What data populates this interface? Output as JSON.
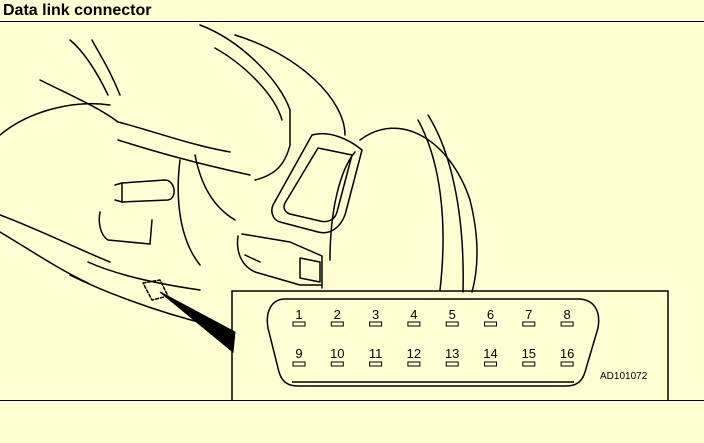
{
  "title": "Data link connector",
  "figure_code": "AD101072",
  "connector": {
    "top_row_pins": [
      "1",
      "2",
      "3",
      "4",
      "5",
      "6",
      "7",
      "8"
    ],
    "bottom_row_pins": [
      "9",
      "10",
      "11",
      "12",
      "13",
      "14",
      "15",
      "16"
    ]
  },
  "colors": {
    "background": "#fefed2",
    "ink": "#000000"
  }
}
